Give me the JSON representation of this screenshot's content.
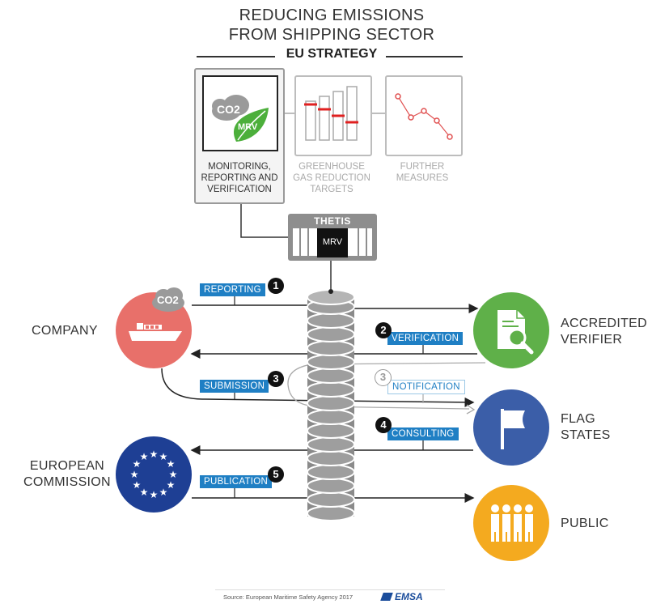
{
  "header": {
    "title_line1": "REDUCING EMISSIONS",
    "title_line2": "FROM SHIPPING SECTOR",
    "strategy": "EU STRATEGY"
  },
  "strategy_cards": [
    {
      "label_lines": [
        "MONITORING,",
        "REPORTING AND",
        "VERIFICATION"
      ],
      "icon_text": "CO2",
      "leaf_text": "MRV"
    },
    {
      "label_lines": [
        "GREENHOUSE",
        "GAS REDUCTION",
        "TARGETS"
      ]
    },
    {
      "label_lines": [
        "FURTHER",
        "MEASURES"
      ]
    }
  ],
  "thetis": {
    "title": "THETIS",
    "center": "MRV"
  },
  "entities": {
    "company": "COMPANY",
    "verifier_line1": "ACCREDITED",
    "verifier_line2": "VERIFIER",
    "flag_line1": "FLAG",
    "flag_line2": "STATES",
    "commission_line1": "EUROPEAN",
    "commission_line2": "COMMISSION",
    "public": "PUBLIC"
  },
  "company_icon_text": "CO2",
  "steps": [
    {
      "num": "1",
      "label": "REPORTING"
    },
    {
      "num": "2",
      "label": "VERIFICATION"
    },
    {
      "num": "3",
      "label": "SUBMISSION"
    },
    {
      "num": "3",
      "label": "NOTIFICATION"
    },
    {
      "num": "4",
      "label": "CONSULTING"
    },
    {
      "num": "5",
      "label": "PUBLICATION"
    }
  ],
  "footer": {
    "source": "Source: European Maritime Safety Agency 2017",
    "logo": "EMSA"
  },
  "colors": {
    "company": "#e8706a",
    "verifier": "#5fb049",
    "flag": "#3b5ea8",
    "commission": "#1e3f94",
    "public": "#f4aa1f",
    "tag": "#1f7fc4",
    "red_mark": "#e02020"
  }
}
